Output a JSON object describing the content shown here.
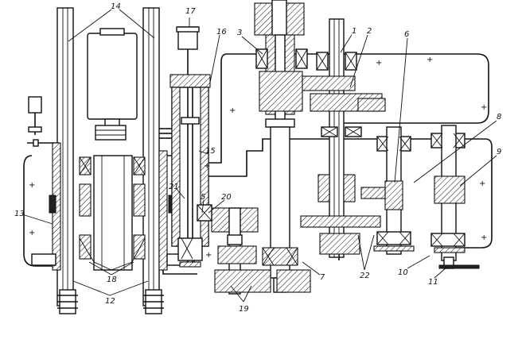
{
  "labels": {
    "l1": "1",
    "l2": "2",
    "l3": "3",
    "l5": "5",
    "l6": "6",
    "l7": "7",
    "l8": "8",
    "l9": "9",
    "l10": "10",
    "l11": "11",
    "l12": "12",
    "l13": "13",
    "l14": "14",
    "l15": "15",
    "l16": "16",
    "l17": "17",
    "l18": "18",
    "l19": "19",
    "l20": "20",
    "l21": "21",
    "l22": "22"
  },
  "pluses": "+"
}
